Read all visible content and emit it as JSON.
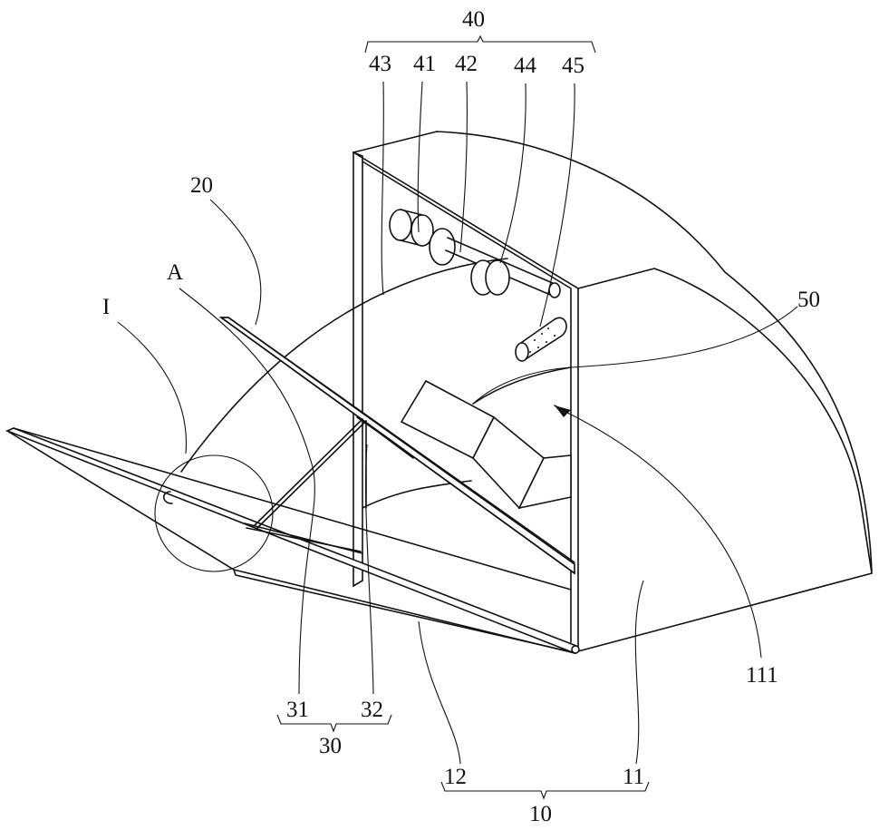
{
  "figure": {
    "labels": {
      "l40": "40",
      "l43": "43",
      "l41": "41",
      "l42": "42",
      "l44": "44",
      "l45": "45",
      "l20": "20",
      "lA": "A",
      "lI": "I",
      "l50": "50",
      "l31": "31",
      "l32": "32",
      "l30": "30",
      "l111": "111",
      "l12": "12",
      "l11": "11",
      "l10": "10"
    }
  }
}
